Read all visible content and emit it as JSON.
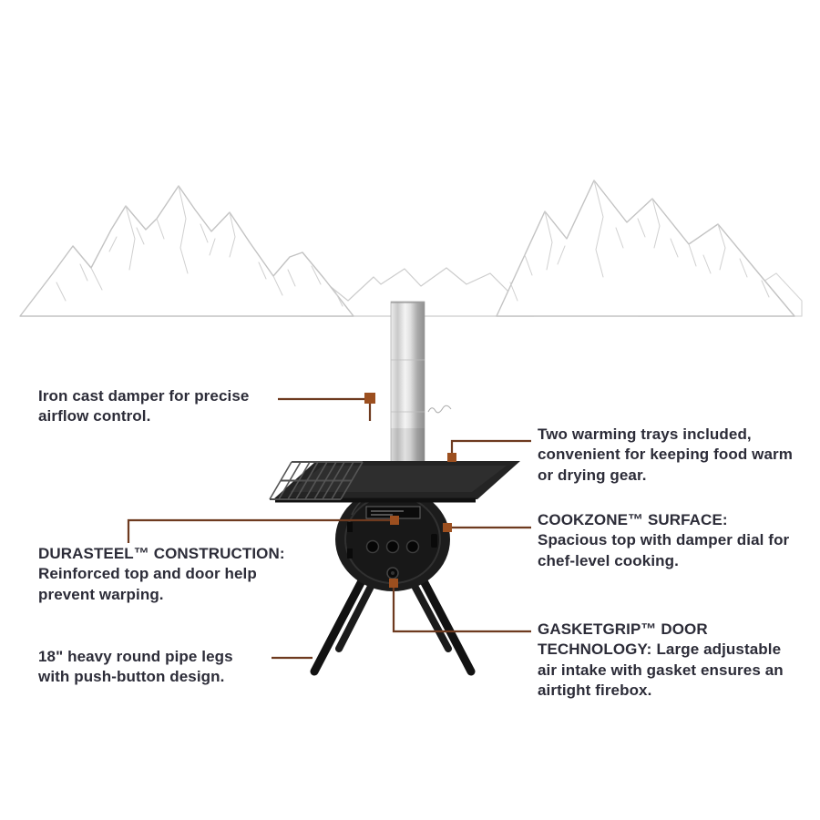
{
  "page": {
    "background": "#ffffff"
  },
  "illustration": {
    "scene": "Portable camp wood stove with stainless chimney pipe, side wire shelf and splayed round legs, in front of hand-sketched mountains",
    "parts": [
      "mountain-sketch",
      "chimney-pipe",
      "damper-handle",
      "cooktop-surface",
      "wire-warming-tray",
      "firebox-door",
      "door-vents",
      "damper-dial",
      "pipe-legs"
    ]
  },
  "callouts": {
    "damper": {
      "text": "Iron cast damper for precise airflow control."
    },
    "warming_trays": {
      "text": "Two warming trays included, convenient for keeping food warm or drying gear."
    },
    "durasteel": {
      "heading": "DURASTEEL™ CONSTRUCTION:",
      "body": "Reinforced top and door help prevent warping."
    },
    "cookzone": {
      "heading": "COOKZONE™ SURFACE:",
      "body": "Spacious top with damper dial for chef-level cooking."
    },
    "legs": {
      "text": "18\" heavy round pipe legs with push-button design."
    },
    "gasketgrip": {
      "heading": "GASKETGRIP™ DOOR TECHNOLOGY:",
      "body": "Large adjustable air intake with gasket ensures an airtight firebox."
    }
  },
  "colors": {
    "text": "#2c2c38",
    "connector": "#6e3a1f",
    "marker": "#9c4f1f",
    "stove_body": "#1c1c1c",
    "mountain_line": "#c3c3c3"
  }
}
